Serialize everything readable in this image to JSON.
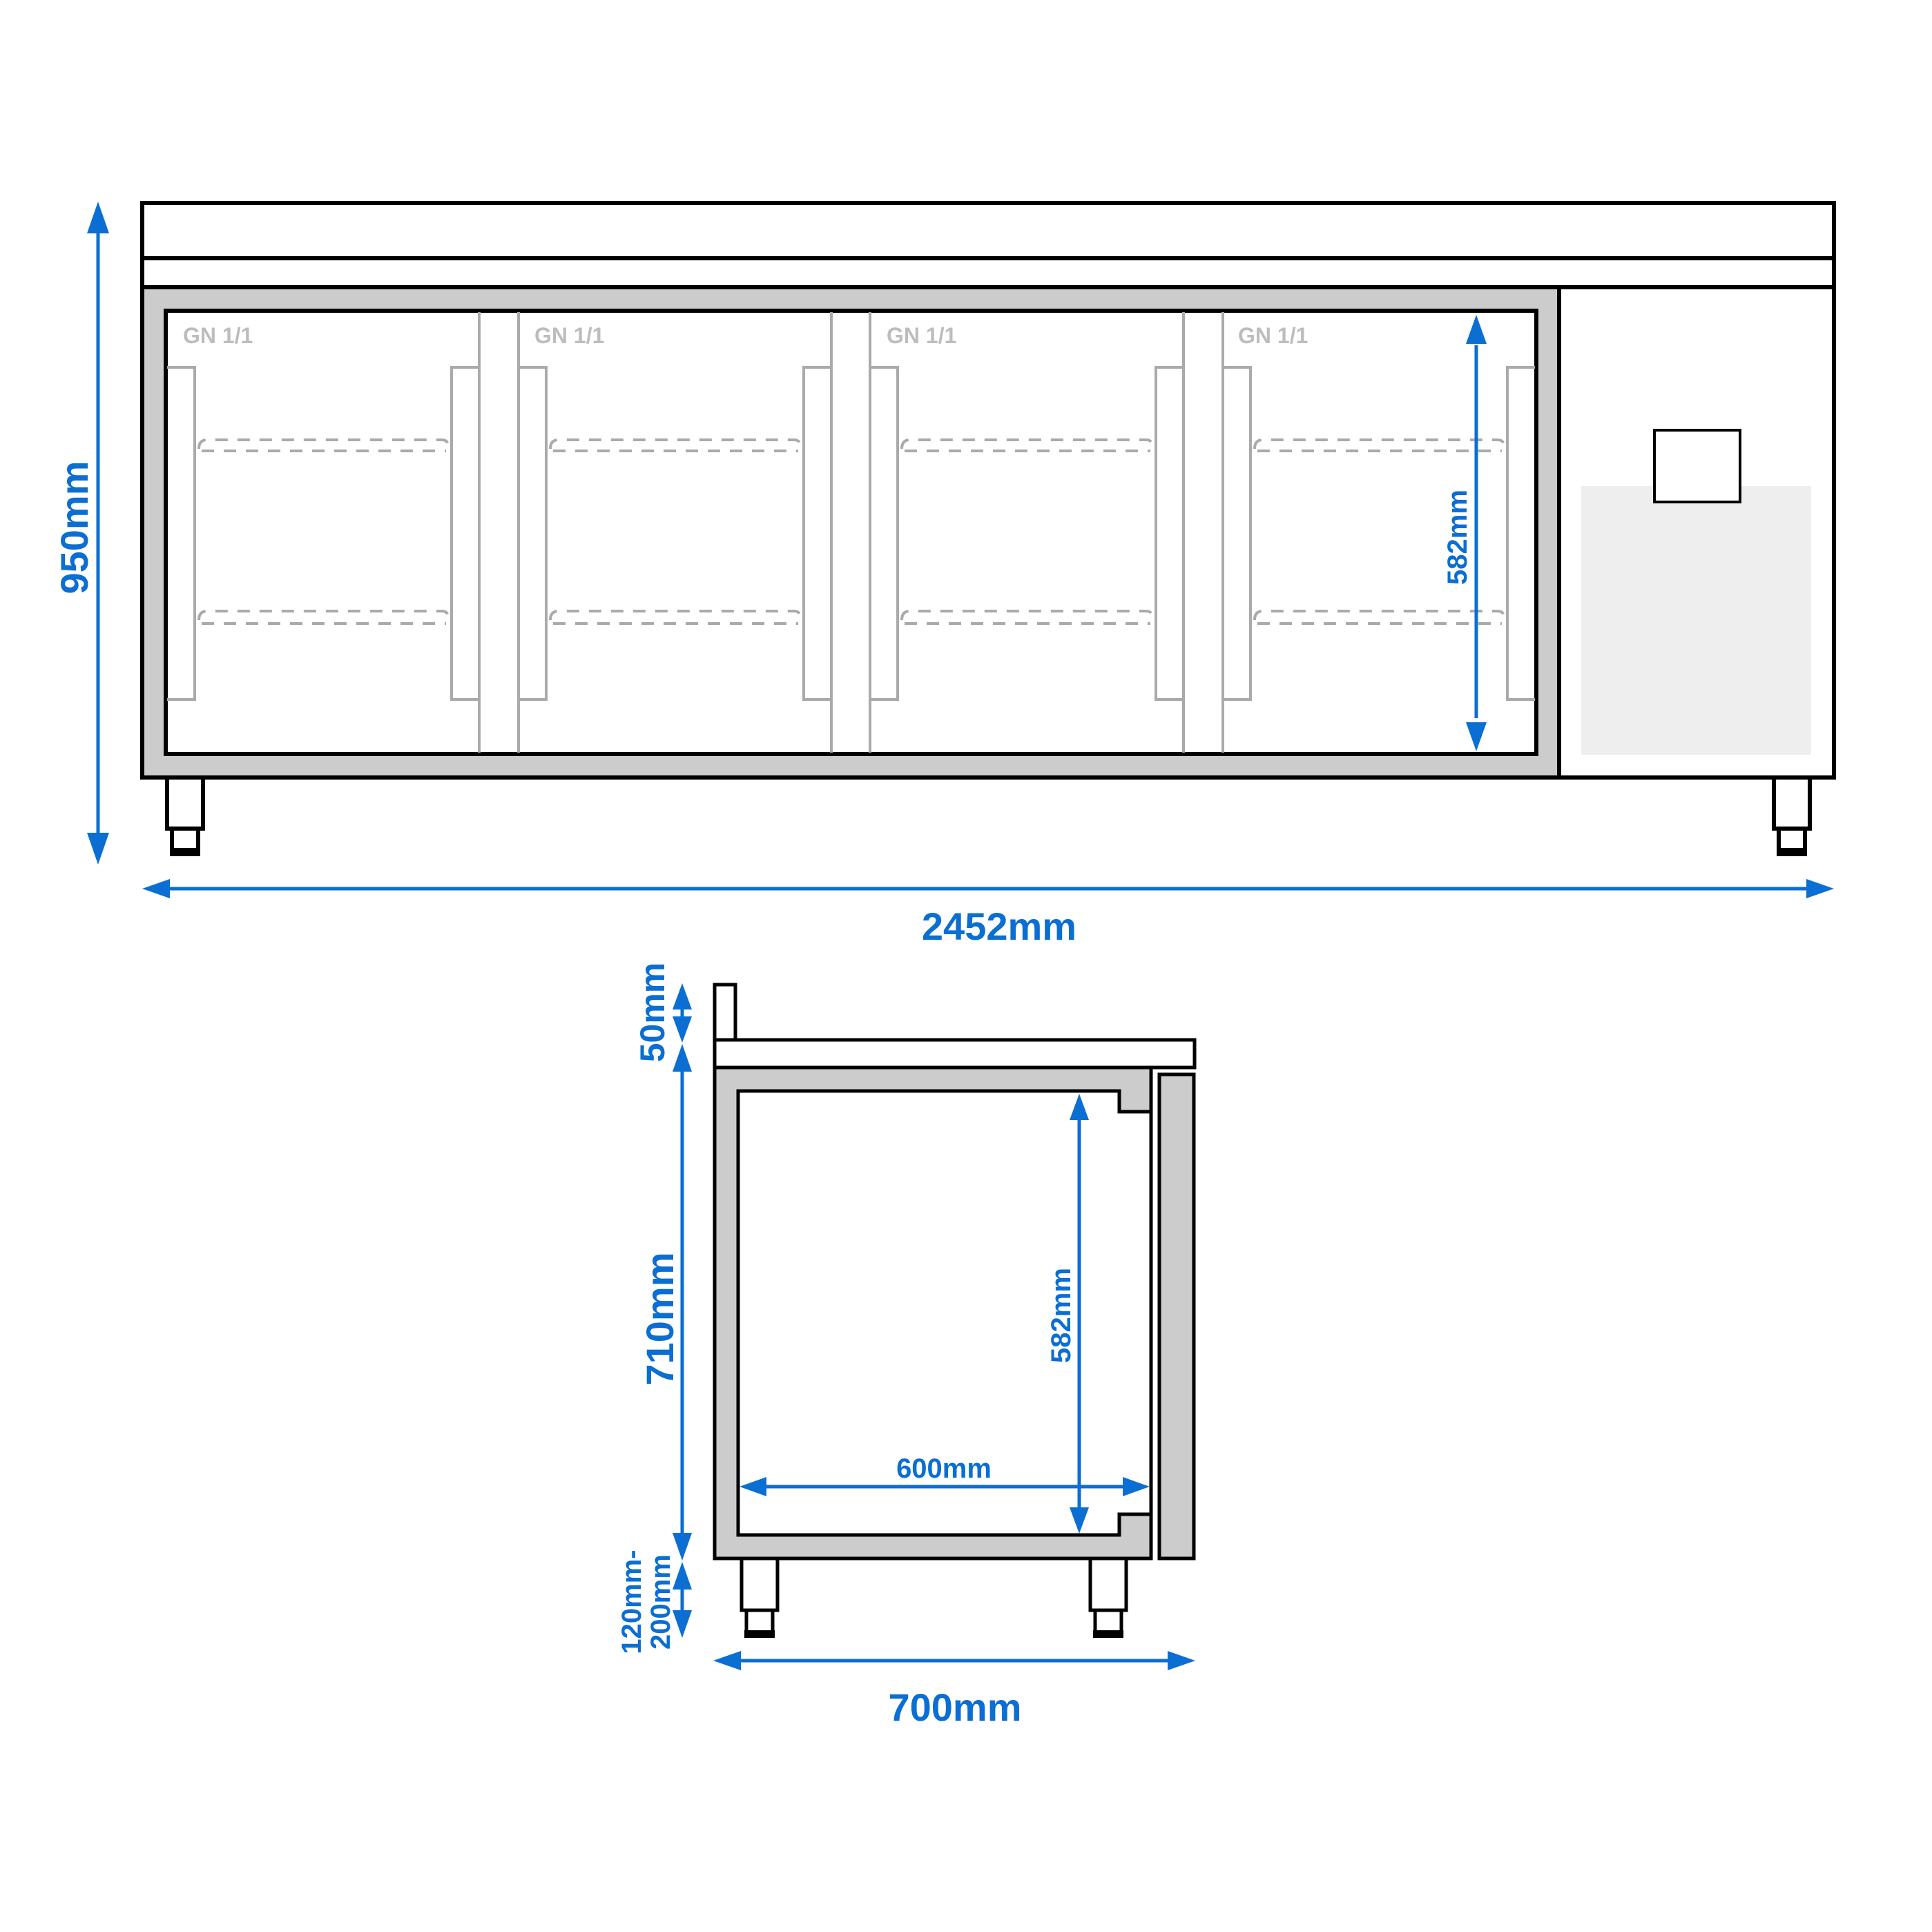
{
  "colors": {
    "dimension": "#0b6ed3",
    "outline": "#000000",
    "frame_fill": "#cccccc",
    "panel_fill": "#eeeeee",
    "guide_lines": "#aaaaaa",
    "label_gray": "#bdbdbd",
    "background": "#ffffff"
  },
  "front_view": {
    "compartments": [
      {
        "label": "GN 1/1"
      },
      {
        "label": "GN 1/1"
      },
      {
        "label": "GN 1/1"
      },
      {
        "label": "GN 1/1"
      }
    ],
    "dimensions": {
      "overall_height": "950mm",
      "overall_width": "2452mm",
      "interior_height": "582mm"
    }
  },
  "side_view": {
    "dimensions": {
      "backsplash_height": "50mm",
      "body_height": "710mm",
      "leg_height_line1": "120mm-",
      "leg_height_line2": "200mm",
      "interior_height": "582mm",
      "interior_depth": "600mm",
      "overall_depth": "700mm"
    }
  }
}
